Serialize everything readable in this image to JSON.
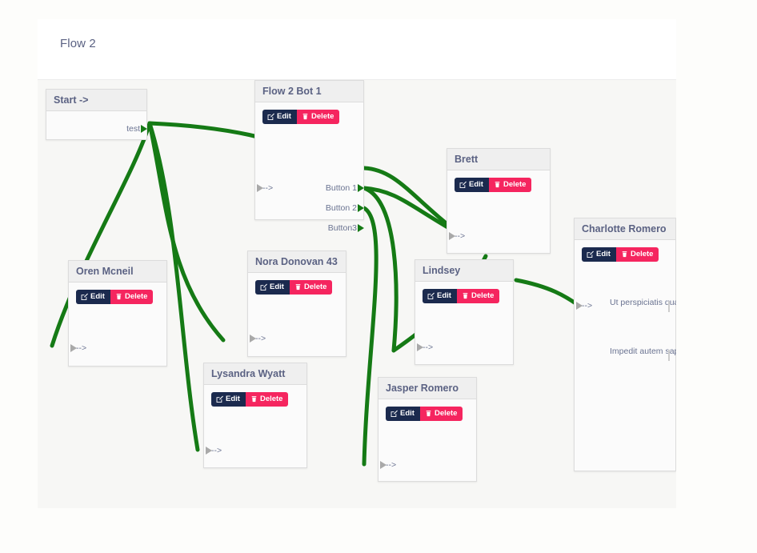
{
  "header": {
    "title": "Flow 2"
  },
  "theme": {
    "page_background": "#fdfdfb",
    "panel_background": "#ffffff",
    "canvas_background": "#f7f7f5",
    "node_header_background": "#efefef",
    "node_body_background": "#fbfbfb",
    "node_border": "#dcdcdc",
    "title_text": "#5b6283",
    "port_text": "#6a7391",
    "edit_button": "#1b2a4e",
    "delete_button": "#f5255f",
    "edge_green": "#157a15",
    "input_marker_grey": "#a9a9a9"
  },
  "buttons": {
    "edit_label": "Edit",
    "delete_label": "Delete",
    "edit_icon": "pencil-square-icon",
    "delete_icon": "trash-icon"
  },
  "nodes": [
    {
      "id": "start",
      "title": "Start ->",
      "has_buttons": false,
      "inputs": [],
      "outputs": [
        "test"
      ]
    },
    {
      "id": "flow-2-bot-1",
      "title": "Flow 2 Bot 1",
      "has_buttons": true,
      "inputs": [
        "-->"
      ],
      "outputs": [
        "Button 1",
        "Button 2",
        "Button3"
      ]
    },
    {
      "id": "oren-mcneil",
      "title": "Oren Mcneil",
      "has_buttons": true,
      "inputs": [
        "-->"
      ],
      "outputs": []
    },
    {
      "id": "nora-donovan-43",
      "title": "Nora Donovan 43",
      "has_buttons": true,
      "inputs": [
        "-->"
      ],
      "outputs": []
    },
    {
      "id": "lysandra-wyatt",
      "title": "Lysandra Wyatt",
      "has_buttons": true,
      "inputs": [
        "-->"
      ],
      "outputs": []
    },
    {
      "id": "jasper-romero",
      "title": "Jasper Romero",
      "has_buttons": true,
      "inputs": [
        "-->"
      ],
      "outputs": []
    },
    {
      "id": "lindsey",
      "title": "Lindsey",
      "has_buttons": true,
      "inputs": [
        "-->"
      ],
      "outputs": []
    },
    {
      "id": "brett",
      "title": "Brett",
      "has_buttons": true,
      "inputs": [
        "-->"
      ],
      "outputs": []
    },
    {
      "id": "charlotte-romero",
      "title": "Charlotte Romero",
      "has_buttons": true,
      "inputs": [
        "-->"
      ],
      "outputs": [
        "Ut perspiciatis qua",
        "Impedit autem sapie"
      ]
    }
  ]
}
